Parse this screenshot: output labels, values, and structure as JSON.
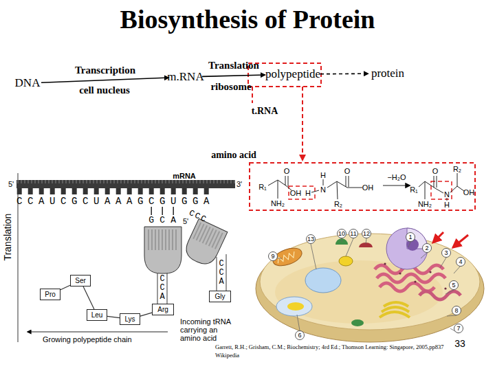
{
  "diagram": {
    "title": "Biosynthesis of Protein",
    "nodes": [
      {
        "text": [
          "DNA"
        ]
      },
      {
        "text": [
          "m.RNA"
        ]
      },
      {
        "text": [
          "polypeptide"
        ]
      },
      {
        "text": [
          "protein"
        ]
      },
      {
        "text": [
          "Pro"
        ]
      },
      {
        "text": [
          "Ser"
        ]
      },
      {
        "text": [
          "Leu"
        ]
      },
      {
        "text": [
          "Lys"
        ]
      },
      {
        "text": [
          "Arg"
        ]
      },
      {
        "text": [
          "Gly"
        ]
      }
    ],
    "edges": [
      {
        "from": 0,
        "to": 1,
        "label": "Transcription",
        "arrow": "to"
      },
      {
        "from": 1,
        "to": 2,
        "label": "Translation",
        "arrow": "to"
      },
      {
        "from": 2,
        "to": 3,
        "arrow": "to"
      },
      {
        "from": 4,
        "to": 5,
        "arrow": "none"
      },
      {
        "from": 5,
        "to": 6,
        "arrow": "none"
      },
      {
        "from": 6,
        "to": 7,
        "arrow": "none"
      },
      {
        "from": 7,
        "to": 8,
        "arrow": "none"
      }
    ],
    "labels": [
      "cell nucleus",
      "ribosome",
      "t.RNA",
      "amino acid",
      "R₁",
      "O",
      "NH₂",
      "OH",
      "H",
      "N",
      "H",
      "R₂",
      "O",
      "OH",
      "−H₂O",
      "R₁",
      "NH₂",
      "O",
      "N",
      "H",
      "R₂",
      "OH",
      "mRNA",
      "5'",
      "3'",
      "CCAUCGCUAAAGCGUGGA",
      "GCA",
      "5'",
      "CCA",
      "CCC",
      "CCA",
      "Translation",
      "Incoming tRNA carrying an amino acid",
      "Growing polypeptide chain",
      "1",
      "2",
      "3",
      "4",
      "5",
      "6",
      "7",
      "8",
      "9",
      "10",
      "11",
      "12",
      "13",
      "33",
      "Garrett, R.H.; Grisham, C.M.; Biochemistry; 4rd Ed.; Thomson Learning: Singapore, 2005,pp837",
      "Wikipedia"
    ]
  }
}
